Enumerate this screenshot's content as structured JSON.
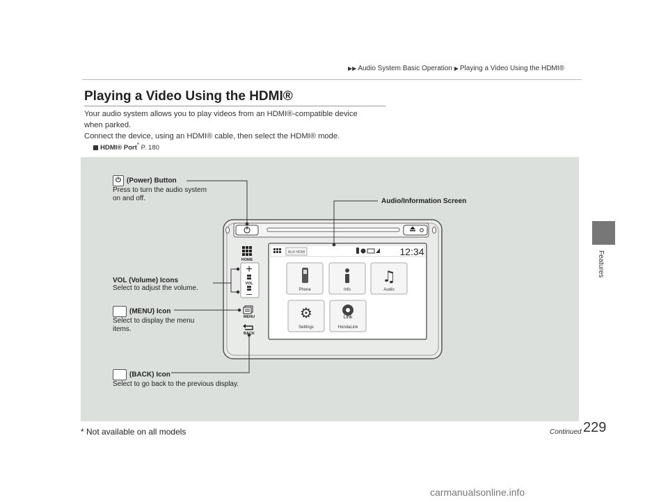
{
  "breadcrumb": {
    "item1": "Audio System Basic Operation",
    "item2": "Playing a Video Using the HDMI®"
  },
  "side_tab": {
    "label": "Features"
  },
  "page": {
    "title": "Playing a Video Using the HDMI®",
    "para1_line1": "Your audio system allows you to play videos from an HDMI®-compatible device",
    "para1_line2": "when parked.",
    "para2": "Connect the device, using an HDMI® cable, then select the HDMI® mode.",
    "ref_bold": "HDMI® Port",
    "ref_star": "*",
    "ref_page": "P. 180"
  },
  "callouts": {
    "power_title": "(Power) Button",
    "power_desc1": "Press to turn the audio system",
    "power_desc2": "on and off.",
    "screen_title": "Audio/Information Screen",
    "vol_title": "VOL (Volume) Icons",
    "vol_desc": "Select to adjust the volume.",
    "menu_title": "(MENU) Icon",
    "menu_desc1": "Select to display the menu",
    "menu_desc2": "items.",
    "back_title": "(BACK) Icon",
    "back_desc": "Select to go back to the previous display."
  },
  "device": {
    "home_label": "HOME",
    "vol_label": "VOL",
    "menu_label": "MENU",
    "back_label": "BACK",
    "source_label": "AUX HDMI",
    "clock": "12:34",
    "tiles": [
      {
        "label": "Phone"
      },
      {
        "label": "Info"
      },
      {
        "label": "Audio"
      },
      {
        "label": "Settings"
      },
      {
        "label": "HondaLink",
        "logo_text": "Link"
      }
    ]
  },
  "footer": {
    "footnote": "* Not available on all models",
    "continued": "Continued",
    "page_number": "229"
  },
  "watermark": "carmanualsonline.info"
}
